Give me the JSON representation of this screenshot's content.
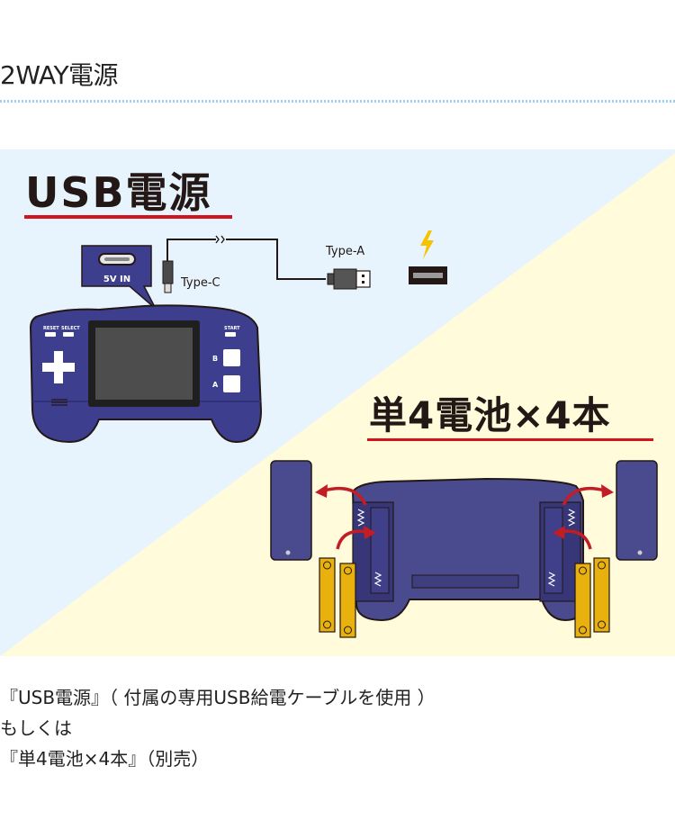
{
  "section": {
    "title": "2WAY電源"
  },
  "illustration": {
    "usb": {
      "heading": "USB電源",
      "port_label": "5V IN",
      "type_c_label": "Type-C",
      "type_a_label": "Type-A",
      "icons": [
        "usb-c-port-icon",
        "usb-c-plug-icon",
        "usb-a-plug-icon",
        "usb-a-socket-icon",
        "lightning-icon"
      ]
    },
    "device_front": {
      "reset_label": "RESET",
      "select_label": "SELECT",
      "start_label": "START",
      "b_label": "B",
      "a_label": "A"
    },
    "battery": {
      "heading": "単4電池×4本"
    },
    "colors": {
      "bg_blue": "#e8f4fd",
      "bg_yellow": "#fffbdb",
      "device_blue": "#3d3f8e",
      "underline_red": "#d4141c",
      "arrow_red": "#c21d25",
      "battery_yellow": "#e8b10e",
      "lightning": "#f5c400"
    }
  },
  "caption": {
    "line1": "『USB電源』（ 付属の専用USB給電ケーブルを使用 ）",
    "line2": "もしくは",
    "line3": "『単4電池×4本』（別売）"
  }
}
